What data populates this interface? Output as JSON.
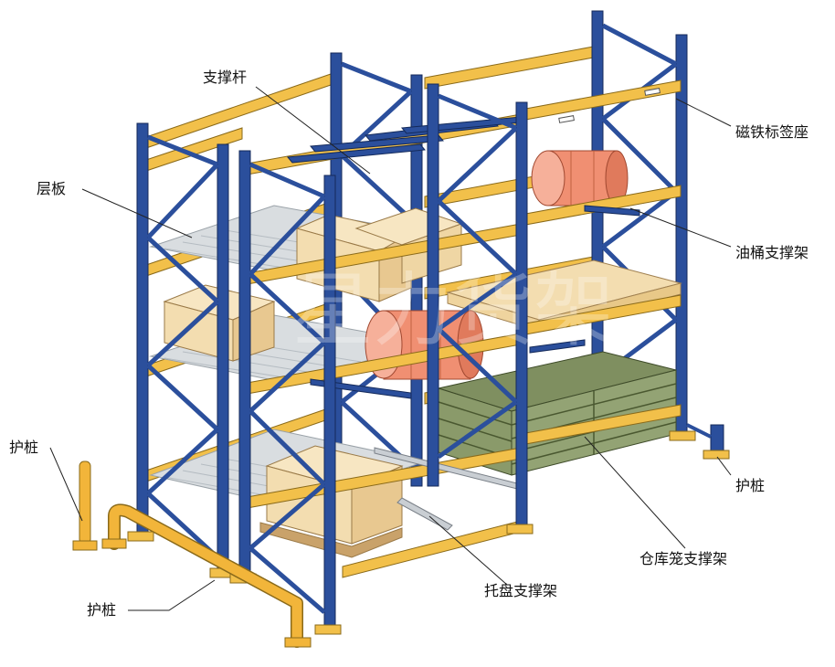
{
  "labels": {
    "support_bar": "支撑杆",
    "magnet_label_holder": "磁铁标签座",
    "shelf_deck": "层板",
    "drum_support": "油桶支撑架",
    "guard_post_left": "护桩",
    "guard_post_right": "护桩",
    "guard_rail_bottom": "护桩",
    "cage_support": "仓库笼支撑架",
    "pallet_support": "托盘支撑架"
  },
  "watermark": "星力货架",
  "colors": {
    "upright": "#2b4f9c",
    "beam": "#f2c04a",
    "guard": "#f2b53a",
    "box": "#f3ddb0",
    "drum": "#f08f72",
    "cage": "#8a9a6a",
    "deck": "#d9dde0"
  }
}
